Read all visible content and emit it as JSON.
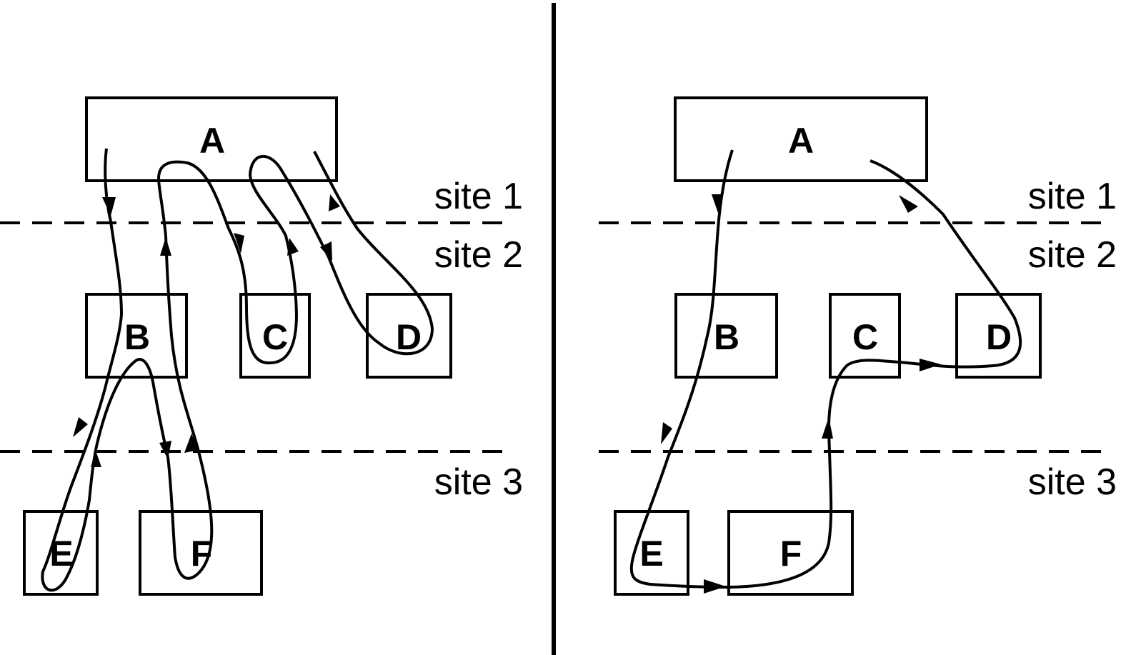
{
  "panels": [
    {
      "id": "left",
      "nodes": [
        "A",
        "B",
        "C",
        "D",
        "E",
        "F"
      ],
      "site_labels": [
        "site 1",
        "site 2",
        "site 3"
      ],
      "traversal": [
        "A",
        "B",
        "E",
        "B",
        "F",
        "B",
        "A",
        "C",
        "A",
        "D",
        "A"
      ]
    },
    {
      "id": "right",
      "nodes": [
        "A",
        "B",
        "C",
        "D",
        "E",
        "F"
      ],
      "site_labels": [
        "site 1",
        "site 2",
        "site 3"
      ],
      "traversal": [
        "A",
        "E",
        "F",
        "D",
        "A"
      ]
    }
  ],
  "colors": {
    "stroke": "#000000",
    "background": "#ffffff"
  }
}
